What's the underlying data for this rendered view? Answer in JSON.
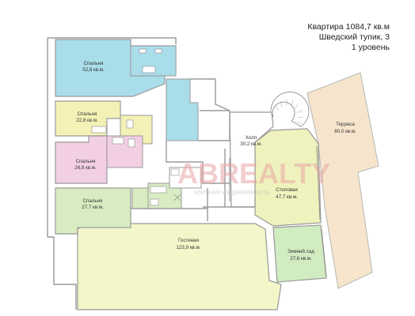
{
  "title": {
    "line1": "Квартира 1084,7 кв.м",
    "line2": "Шведский тупик, 3",
    "line3": "1 уровень"
  },
  "watermark": {
    "brand": "ABREALTY",
    "tagline": "элитная недвижимость"
  },
  "colors": {
    "bedroom1": "#a9dde9",
    "bedroom2": "#f4f1b6",
    "bedroom3": "#f3cfe4",
    "bedroom4": "#d8ecc1",
    "hall": "#ffffff",
    "dining": "#f0f2bd",
    "terrace": "#f6e5cc",
    "living": "#f3f6c8",
    "garden": "#d2ecc2",
    "wet": "#d8ecc1",
    "walls": "#9a9a9a"
  },
  "rooms": [
    {
      "id": "bedroom1",
      "name": "Спальня",
      "area": "52,8 кв.м."
    },
    {
      "id": "bedroom2",
      "name": "Спальня",
      "area": "22,8 кв.м."
    },
    {
      "id": "bedroom3",
      "name": "Спальня",
      "area": "26,8 кв.м."
    },
    {
      "id": "bedroom4",
      "name": "Спальня",
      "area": "27,7 кв.м."
    },
    {
      "id": "hall",
      "name": "Холл",
      "area": "30,2 кв.м."
    },
    {
      "id": "dining",
      "name": "Столовая",
      "area": "47,7 кв.м."
    },
    {
      "id": "terrace",
      "name": "Терраса",
      "area": "80,0 кв.м."
    },
    {
      "id": "living",
      "name": "Гостиная",
      "area": "123,9 кв.м."
    },
    {
      "id": "garden",
      "name": "Зимний сад",
      "area": "27,6 кв.м."
    }
  ]
}
